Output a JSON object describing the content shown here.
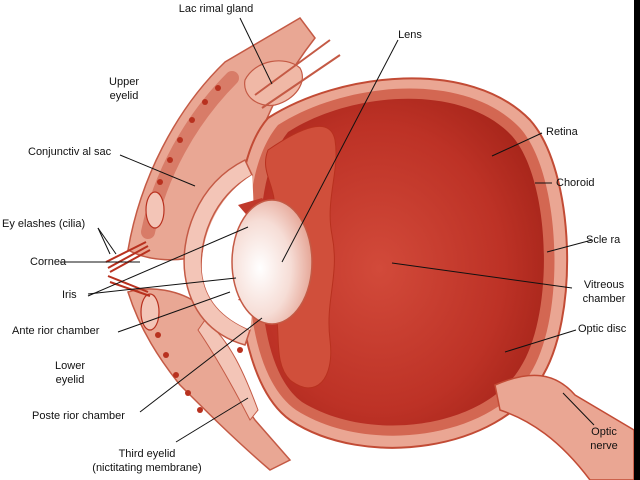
{
  "labels": {
    "lacrimal_gland": "Lac rimal gland",
    "lens": "Lens",
    "upper_eyelid_1": "Upper",
    "upper_eyelid_2": "eyelid",
    "conjunctival_sac": "Conjunctiv al sac",
    "eyelashes": "Ey elashes (cilia)",
    "cornea": "Cornea",
    "iris": "Iris",
    "anterior_chamber": "Ante rior chamber",
    "lower_eyelid_1": "Lower",
    "lower_eyelid_2": "eyelid",
    "posterior_chamber": "Poste rior chamber",
    "third_eyelid_1": "Third eyelid",
    "third_eyelid_2": "(nictitating membrane)",
    "retina": "Retina",
    "choroid": "Choroid",
    "sclera": "Scle ra",
    "vitreous_1": "Vitreous",
    "vitreous_2": "chamber",
    "optic_disc": "Optic disc",
    "optic_nerve_1": "Optic",
    "optic_nerve_2": "nerve"
  },
  "colors": {
    "vitreous": "#c0352a",
    "sclera": "#e9a28f",
    "choroid": "#d46a55",
    "lid_tissue": "#e6998a",
    "dark_red": "#a52a1c",
    "leader_line": "#111111"
  }
}
